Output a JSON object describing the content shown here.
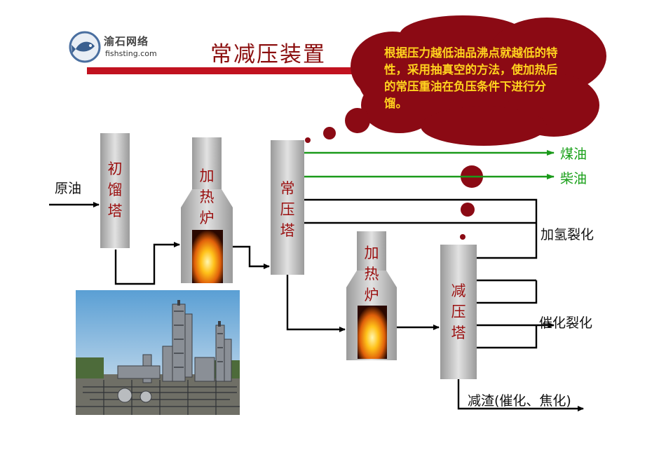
{
  "logo": {
    "name": "渝石网络",
    "site": "fishsting.com"
  },
  "title": "常减压装置",
  "callout": "根据压力越低油品沸点就越低的特性，采用抽真空的方法，使加热后的常压重油在负压条件下进行分馏。",
  "feed": "原油",
  "units": {
    "pre_tower": "初馏塔",
    "furnace1": "加热炉",
    "atm_tower": "常压塔",
    "furnace2": "加热炉",
    "vac_tower": "减压塔"
  },
  "outputs": {
    "kerosene": "煤油",
    "diesel": "柴油",
    "hydrocracking": "加氢裂化",
    "catcracking": "催化裂化",
    "residue": "减渣(催化、焦化)"
  },
  "colors": {
    "accent": "#c1121f",
    "cloud": "#8b0a14",
    "callout_text": "#ffd21e",
    "green_line": "#1a9a1a"
  }
}
